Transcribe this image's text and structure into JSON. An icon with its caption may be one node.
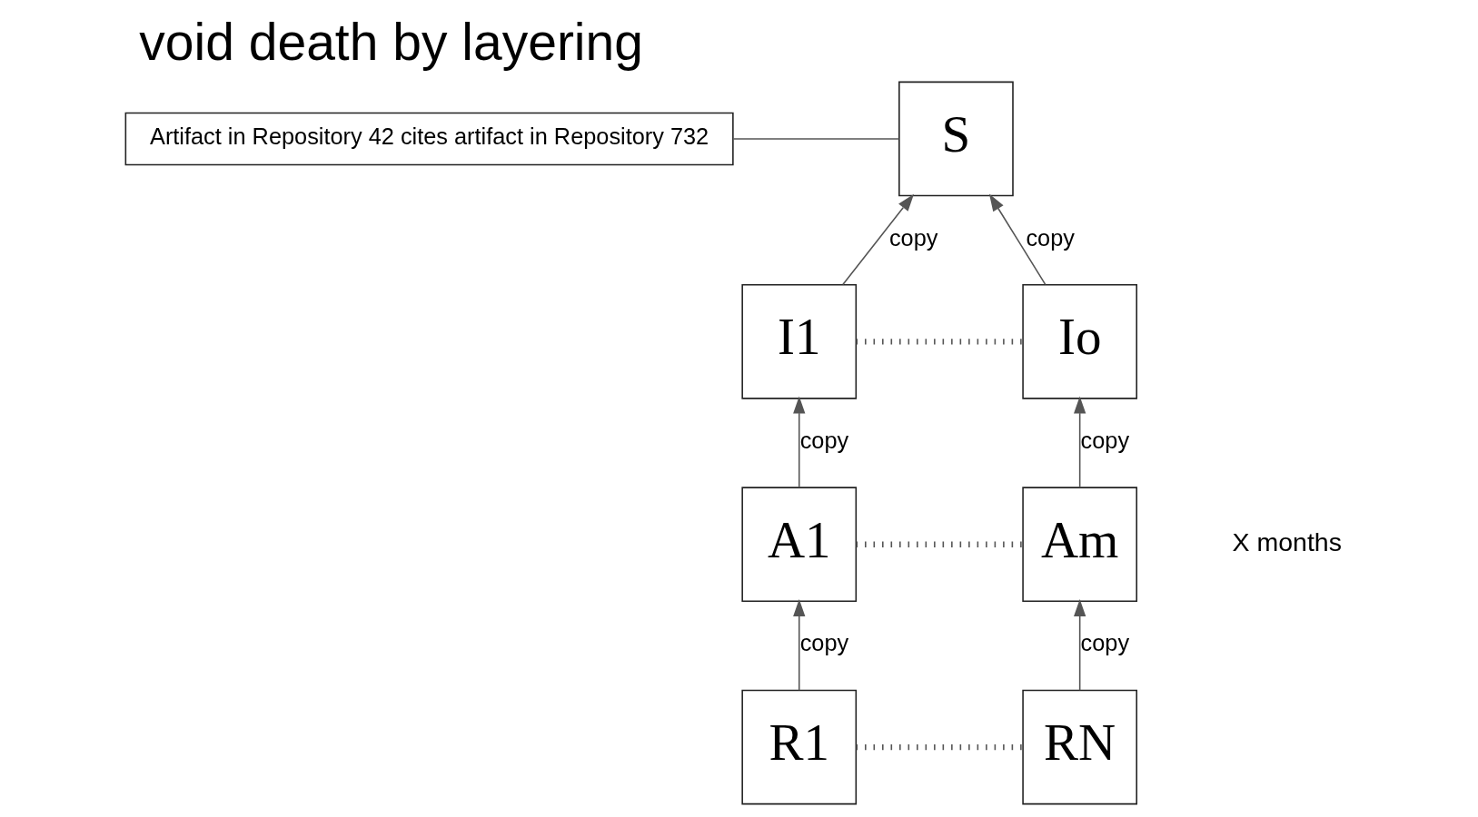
{
  "diagram": {
    "title": "void death by layering",
    "nodes": [
      {
        "text": [
          "Artifact in Repository 42 cites artifact in Repository 732"
        ]
      },
      {
        "text": [
          "S"
        ]
      },
      {
        "text": [
          "I1"
        ]
      },
      {
        "text": [
          "Io"
        ]
      },
      {
        "text": [
          "A1"
        ]
      },
      {
        "text": [
          "Am"
        ]
      },
      {
        "text": [
          "R1"
        ]
      },
      {
        "text": [
          "RN"
        ]
      }
    ],
    "edges": [
      {
        "from": 0,
        "to": 1,
        "arrow": "none"
      },
      {
        "from": 2,
        "to": 1,
        "arrow": "to",
        "label": "copy"
      },
      {
        "from": 3,
        "to": 1,
        "arrow": "to",
        "label": "copy"
      },
      {
        "from": 2,
        "to": 3,
        "arrow": "none",
        "style": "dashed"
      },
      {
        "from": 4,
        "to": 2,
        "arrow": "to",
        "label": "copy"
      },
      {
        "from": 5,
        "to": 3,
        "arrow": "to",
        "label": "copy"
      },
      {
        "from": 4,
        "to": 5,
        "arrow": "none",
        "style": "dashed"
      },
      {
        "from": 6,
        "to": 4,
        "arrow": "to",
        "label": "copy"
      },
      {
        "from": 7,
        "to": 5,
        "arrow": "to",
        "label": "copy"
      },
      {
        "from": 6,
        "to": 7,
        "arrow": "none",
        "style": "dashed"
      }
    ],
    "labels": [
      "X months"
    ]
  }
}
